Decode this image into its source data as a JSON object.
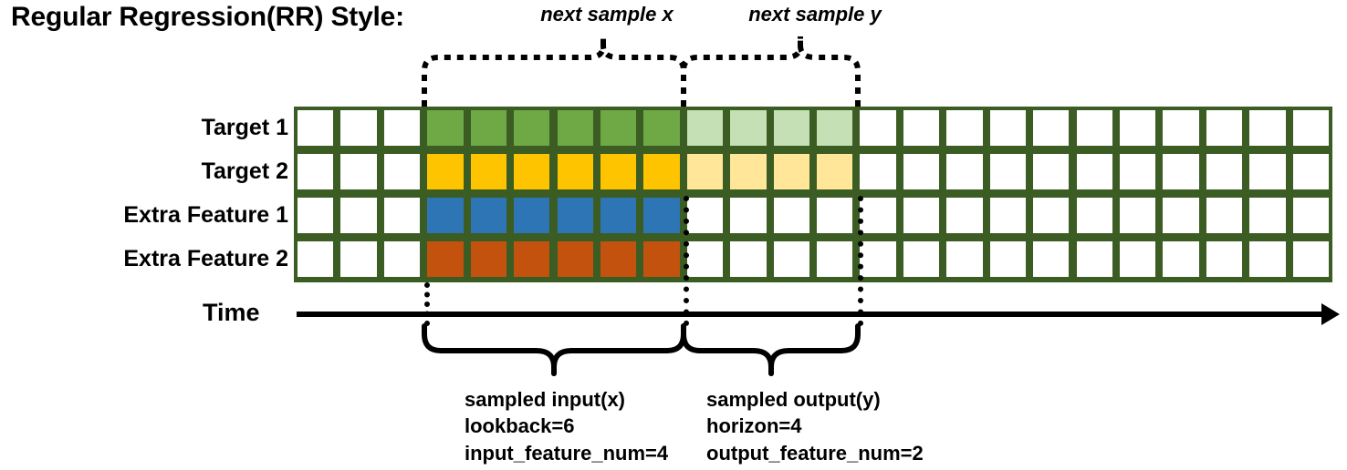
{
  "title": "Regular Regression(RR) Style:",
  "rows": [
    {
      "label": "Target 1",
      "fill": "#6fa945",
      "light": "#c5e0b4",
      "has_output": true
    },
    {
      "label": "Target 2",
      "fill": "#ffc400",
      "light": "#ffe699",
      "has_output": true
    },
    {
      "label": "Extra Feature 1",
      "fill": "#2e75b6",
      "light": "",
      "has_output": false
    },
    {
      "label": "Extra Feature 2",
      "fill": "#c2520e",
      "light": "",
      "has_output": false
    }
  ],
  "grid": {
    "total_columns": 24,
    "leading_empty_columns": 3,
    "input_columns": 6,
    "output_columns": 4,
    "trailing_empty_columns": 11,
    "border_color": "#3b5d23",
    "empty_cell_color": "#ffffff"
  },
  "axis": {
    "time_label": "Time"
  },
  "top_annotations": [
    {
      "text": "next sample x"
    },
    {
      "text": "next sample y"
    }
  ],
  "bottom_annotations": [
    {
      "title": "sampled input(x)",
      "line2": "lookback=6",
      "line3": "input_feature_num=4"
    },
    {
      "title": "sampled output(y)",
      "line2": "horizon=4",
      "line3": "output_feature_num=2"
    }
  ]
}
